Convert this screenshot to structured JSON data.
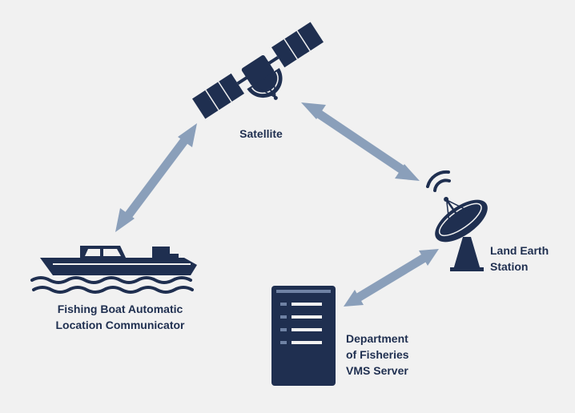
{
  "colors": {
    "background": "#f1f1f1",
    "icon_navy": "#1f2f50",
    "arrow_blue": "#8a9fba",
    "label_text": "#1f2f50"
  },
  "nodes": {
    "satellite": {
      "icon": "satellite-icon",
      "label": "Satellite"
    },
    "land_earth_station": {
      "icon": "satellite-dish-icon",
      "label_line1": "Land Earth",
      "label_line2": "Station"
    },
    "fishing_boat": {
      "icon": "boat-icon",
      "label_line1": "Fishing Boat Automatic",
      "label_line2": "Location Communicator"
    },
    "vms_server": {
      "icon": "server-icon",
      "label_line1": "Department",
      "label_line2": "of Fisheries",
      "label_line3": "VMS Server"
    }
  },
  "links": [
    {
      "from": "fishing_boat",
      "to": "satellite",
      "direction": "bidirectional"
    },
    {
      "from": "satellite",
      "to": "land_earth_station",
      "direction": "bidirectional"
    },
    {
      "from": "land_earth_station",
      "to": "vms_server",
      "direction": "bidirectional"
    }
  ]
}
